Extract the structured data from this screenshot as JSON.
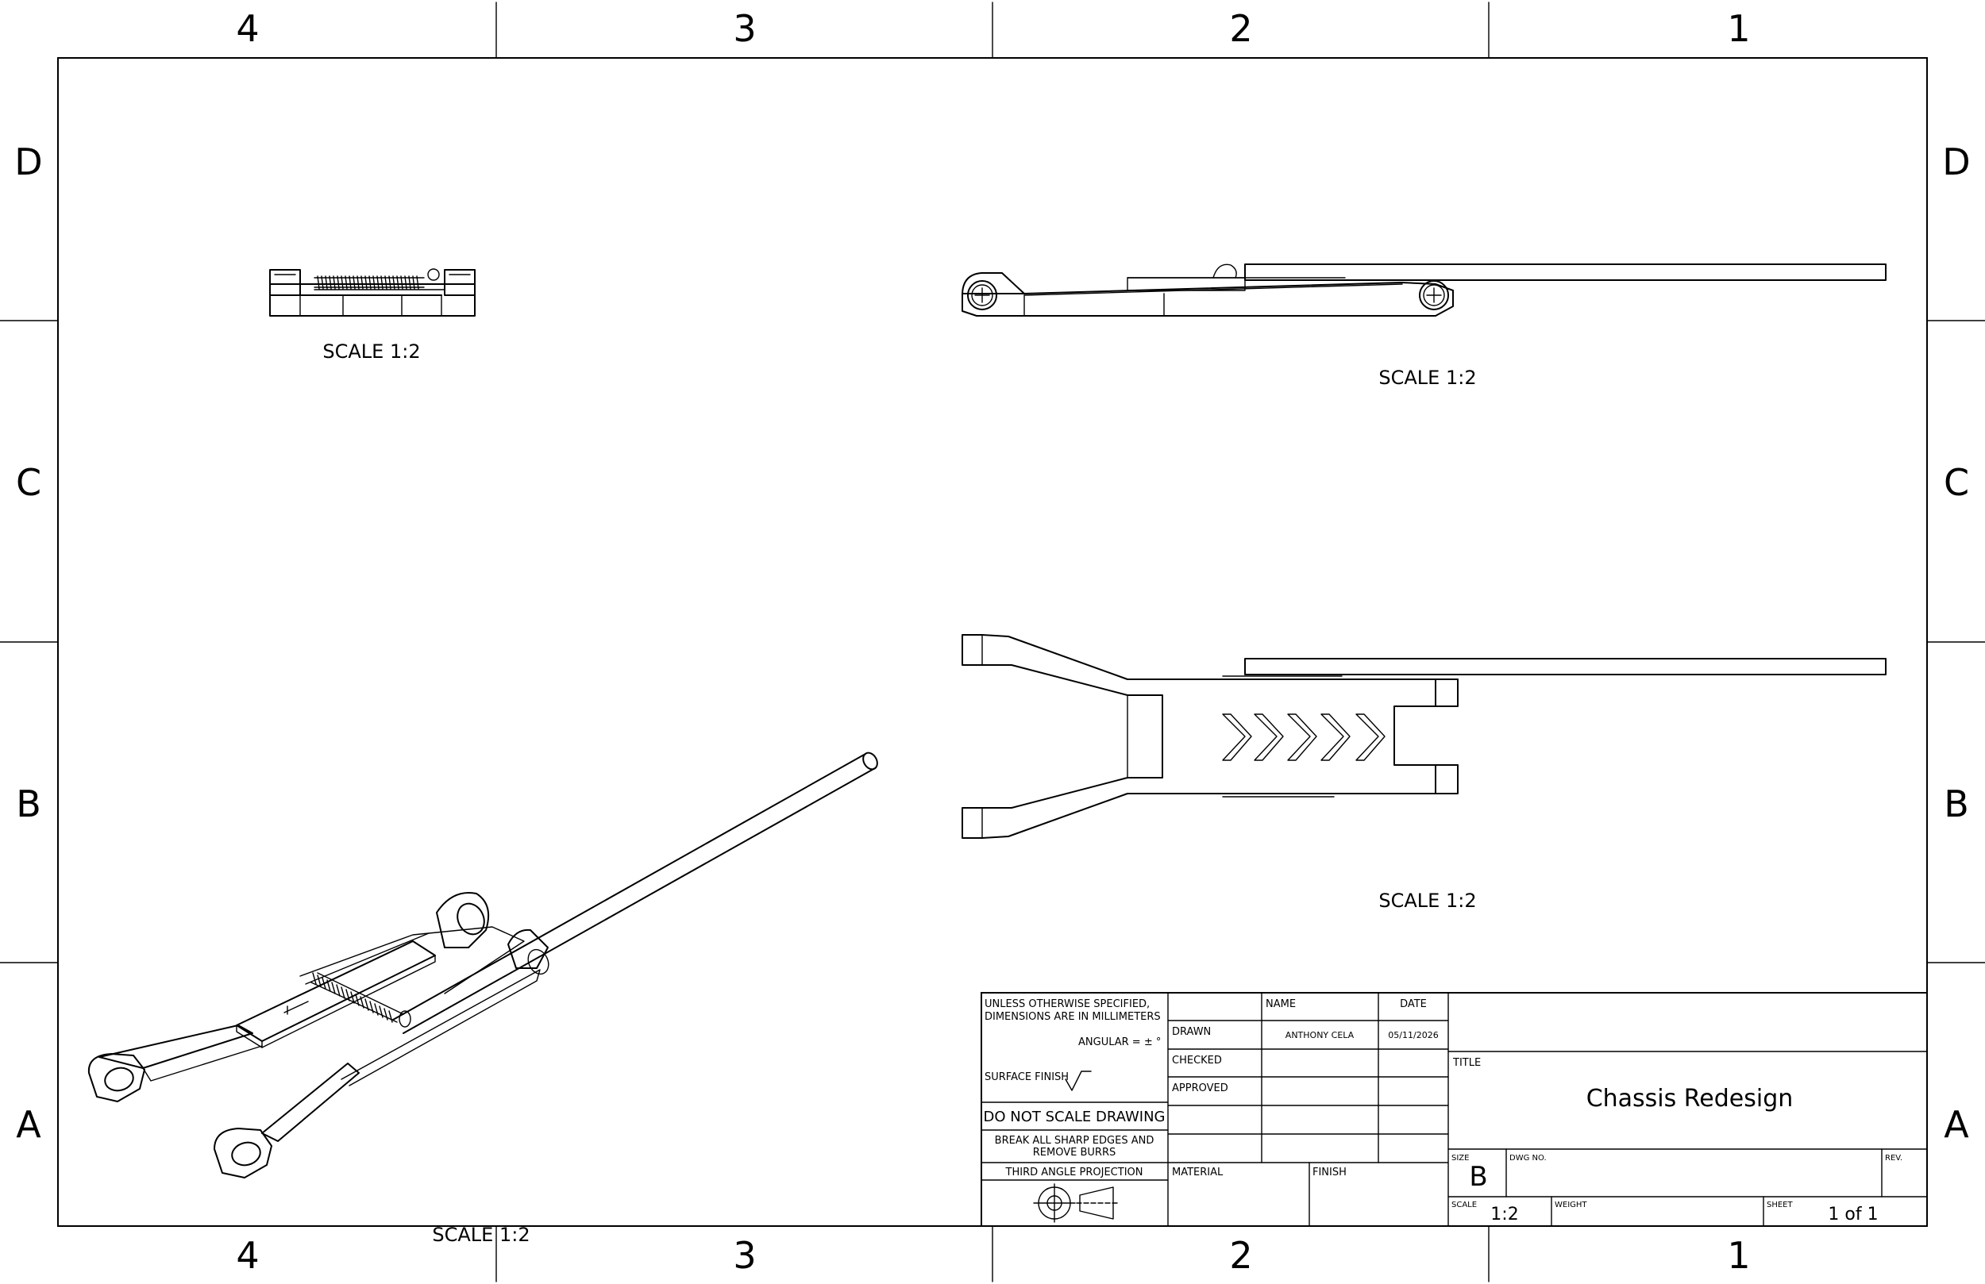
{
  "drawing": {
    "zones_columns": [
      "4",
      "3",
      "2",
      "1"
    ],
    "zones_rows": [
      "D",
      "C",
      "B",
      "A"
    ],
    "views": [
      {
        "name": "side-view-small",
        "scale_label": "SCALE 1:2"
      },
      {
        "name": "side-view-long",
        "scale_label": "SCALE 1:2"
      },
      {
        "name": "top-view",
        "scale_label": "SCALE 1:2"
      },
      {
        "name": "isometric-view",
        "scale_label": "SCALE 1:2"
      }
    ]
  },
  "title_block": {
    "notes_line1": "UNLESS OTHERWISE SPECIFIED,",
    "notes_line2": "DIMENSIONS ARE IN MILLIMETERS",
    "angular": "ANGULAR = ± °",
    "surface_finish": "SURFACE FINISH",
    "do_not_scale": "DO NOT SCALE DRAWING",
    "break_edges_1": "BREAK ALL SHARP EDGES AND",
    "break_edges_2": "REMOVE BURRS",
    "projection": "THIRD ANGLE PROJECTION",
    "name_header": "NAME",
    "date_header": "DATE",
    "drawn_label": "DRAWN",
    "drawn_name": "ANTHONY CELA",
    "drawn_date": "05/11/2026",
    "checked_label": "CHECKED",
    "approved_label": "APPROVED",
    "material_label": "MATERIAL",
    "finish_label": "FINISH",
    "title_label": "TITLE",
    "title_value": "Chassis Redesign",
    "size_label": "SIZE",
    "size_value": "B",
    "dwg_no_label": "DWG NO.",
    "rev_label": "REV.",
    "scale_label": "SCALE",
    "scale_value": "1:2",
    "weight_label": "WEIGHT",
    "sheet_label": "SHEET",
    "sheet_value": "1 of 1"
  }
}
